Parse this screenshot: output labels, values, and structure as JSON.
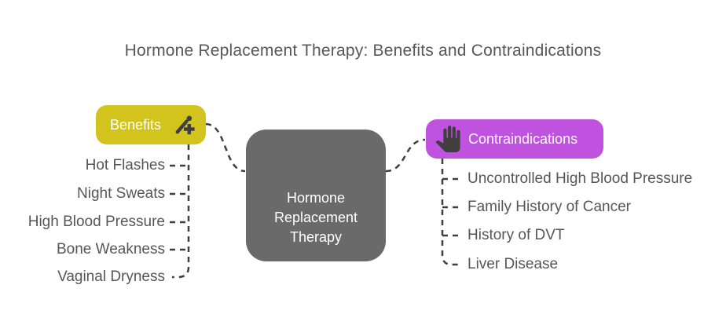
{
  "title": "Hormone Replacement Therapy: Benefits and Contraindications",
  "center_node": {
    "label": "Hormone Replacement Therapy",
    "color": "#6a6a6a"
  },
  "benefits": {
    "label": "Benefits",
    "color": "#d2c41d",
    "icon": "pen-plus-icon",
    "items": [
      "Hot Flashes",
      "Night Sweats",
      "High Blood Pressure",
      "Bone Weakness",
      "Vaginal Dryness"
    ]
  },
  "contraindications": {
    "label": "Contraindications",
    "color": "#bf52de",
    "icon": "stop-hand-icon",
    "items": [
      "Uncontrolled High Blood Pressure",
      "Family History of Cancer",
      "History of DVT",
      "Liver Disease"
    ]
  },
  "connector_color": "#3f3f3f"
}
